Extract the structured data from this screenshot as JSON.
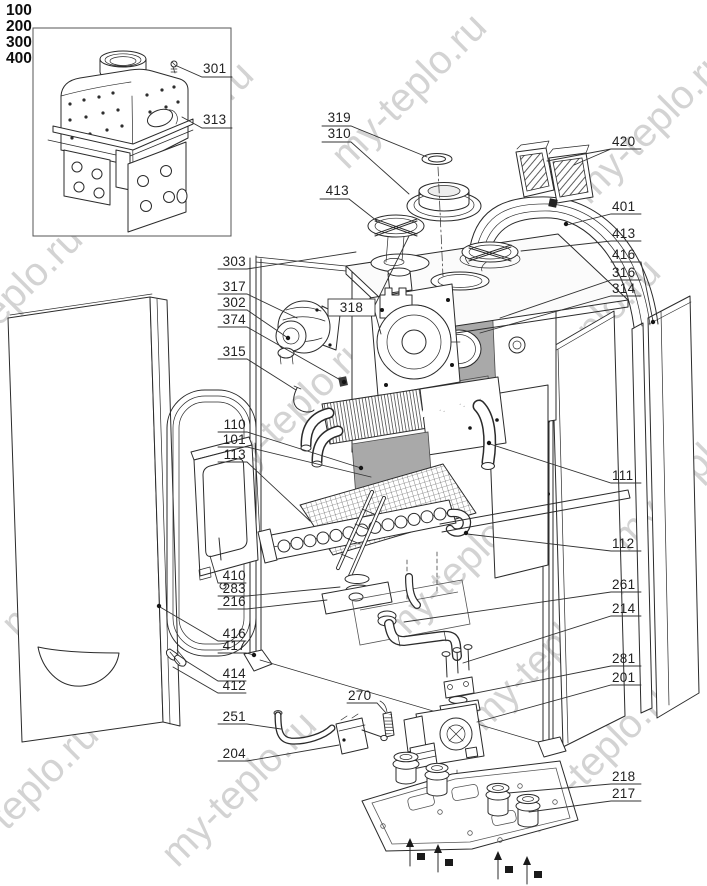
{
  "watermark": {
    "text": "my-teplo.ru"
  },
  "model_list": {
    "items": [
      "100",
      "200",
      "300",
      "400"
    ]
  },
  "labels": {
    "100": "100",
    "200": "200",
    "300": "300",
    "400": "400",
    "301": "301",
    "313": "313",
    "319": "319",
    "310": "310",
    "413": "413",
    "420": "420",
    "401": "401",
    "416": "416",
    "316": "316",
    "314": "314",
    "303": "303",
    "317": "317",
    "302": "302",
    "374": "374",
    "315": "315",
    "318": "318",
    "110": "110",
    "101": "101",
    "113": "113",
    "111": "111",
    "112": "112",
    "410": "410",
    "283": "283",
    "216": "216",
    "261": "261",
    "214": "214",
    "417": "417",
    "414": "414",
    "412": "412",
    "251": "251",
    "204": "204",
    "270": "270",
    "281": "281",
    "201": "201",
    "218": "218",
    "217": "217"
  }
}
